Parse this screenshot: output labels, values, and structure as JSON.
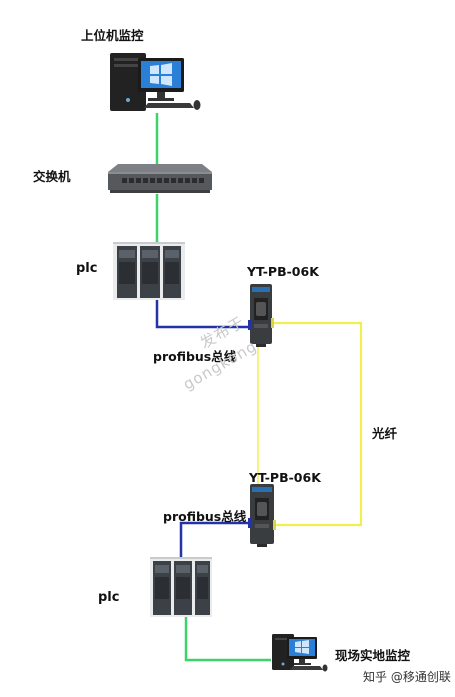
{
  "labels": {
    "host_monitor": "上位机监控",
    "switch": "交换机",
    "plc_top": "plc",
    "converter_top": "YT-PB-06K",
    "profibus_top": "profibus总线",
    "fiber": "光纤",
    "converter_bottom": "YT-PB-06K",
    "profibus_bottom": "profibus总线",
    "plc_bottom": "plc",
    "field_monitor": "现场实地监控"
  },
  "watermark": {
    "line1": "发布于",
    "line2": "gongkong"
  },
  "footer": {
    "text": "知乎 @移通创联"
  },
  "colors": {
    "ethernet_line": "#3dd36a",
    "profibus_line": "#2433a8",
    "fiber_line": "#f2ee52"
  },
  "icons": [
    "desktop-computer-icon",
    "network-switch-icon",
    "plc-rack-icon",
    "profibus-fiber-converter-icon",
    "profibus-fiber-converter-icon",
    "plc-rack-icon",
    "desktop-computer-icon"
  ]
}
